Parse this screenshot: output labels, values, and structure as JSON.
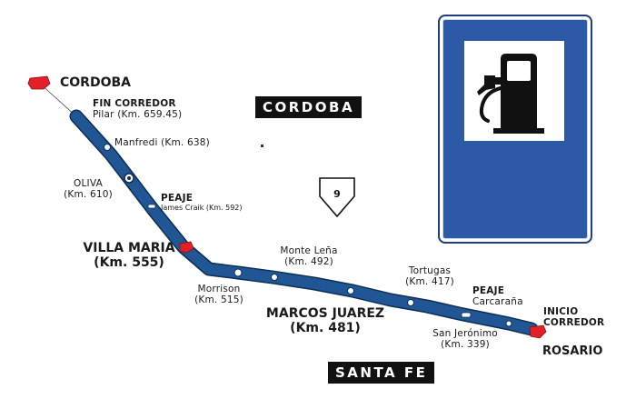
{
  "map": {
    "provinces": {
      "north": "CORDOBA",
      "south": "SANTA FE"
    },
    "route_number": "9",
    "route_color": "#1f5693",
    "city_marker_color": "#e32028",
    "cities": {
      "cordoba": "CORDOBA",
      "villa_maria": {
        "name": "VILLA MARIA",
        "km": "(Km. 555)"
      },
      "marcos_juarez": {
        "name": "MARCOS JUAREZ",
        "km": "(Km. 481)"
      },
      "rosario": "ROSARIO"
    },
    "waypoints": {
      "fin_corredor": {
        "title": "FIN CORREDOR",
        "sub": "Pilar (Km. 659.45)"
      },
      "manfredi": "Manfredi (Km. 638)",
      "oliva": {
        "name": "OLIVA",
        "km": "(Km. 610)"
      },
      "peaje_james": {
        "title": "PEAJE",
        "sub": "James Craik (Km. 592)"
      },
      "morrison": {
        "name": "Morrison",
        "km": "(Km. 515)"
      },
      "monte_lena": {
        "name": "Monte Leña",
        "km": "(Km. 492)"
      },
      "tortugas": {
        "name": "Tortugas",
        "km": "(Km. 417)"
      },
      "peaje_carcarana": {
        "title": "PEAJE",
        "sub": "Carcaraña"
      },
      "san_jeronimo": {
        "name": "San Jerónimo",
        "km": "(Km. 339)"
      },
      "inicio_corredor": {
        "line1": "INICIO",
        "line2": "CORREDOR"
      }
    },
    "sign": {
      "icon": "fuel-pump-icon",
      "background": "#2c5aa6"
    }
  }
}
